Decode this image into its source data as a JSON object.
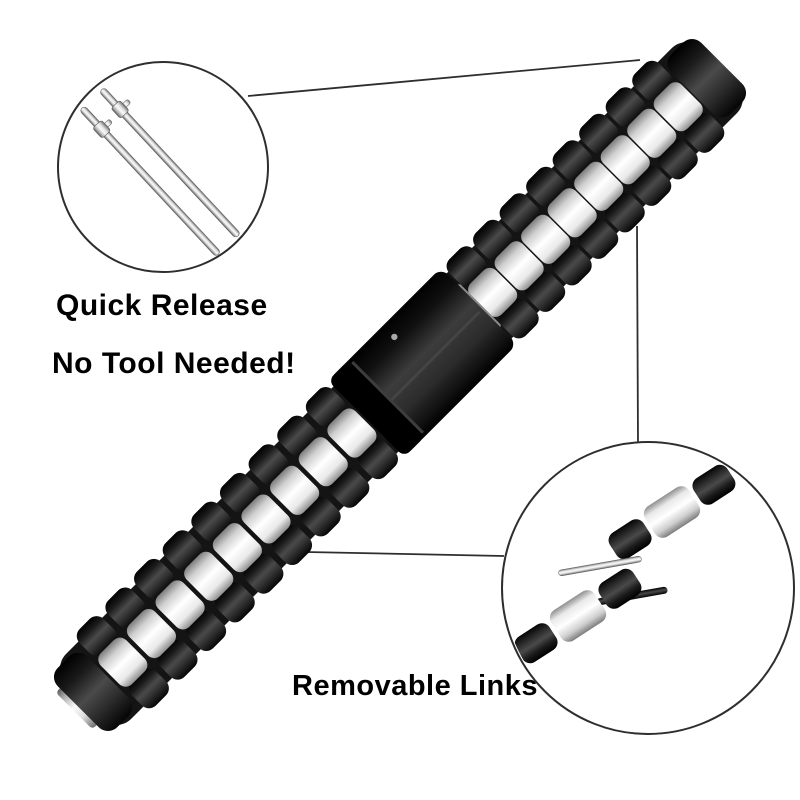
{
  "annotations": {
    "quick_release": {
      "line1": "Quick Release",
      "line2": "No Tool Needed!"
    },
    "removable_links": {
      "label": "Removable Links"
    }
  },
  "colors": {
    "outline": "#2e2e2e",
    "text": "#000000",
    "background": "#ffffff",
    "link_black": "#0a0a0a",
    "link_silver": "#e8e8e8",
    "pin_silver": "#d6d6d6"
  }
}
